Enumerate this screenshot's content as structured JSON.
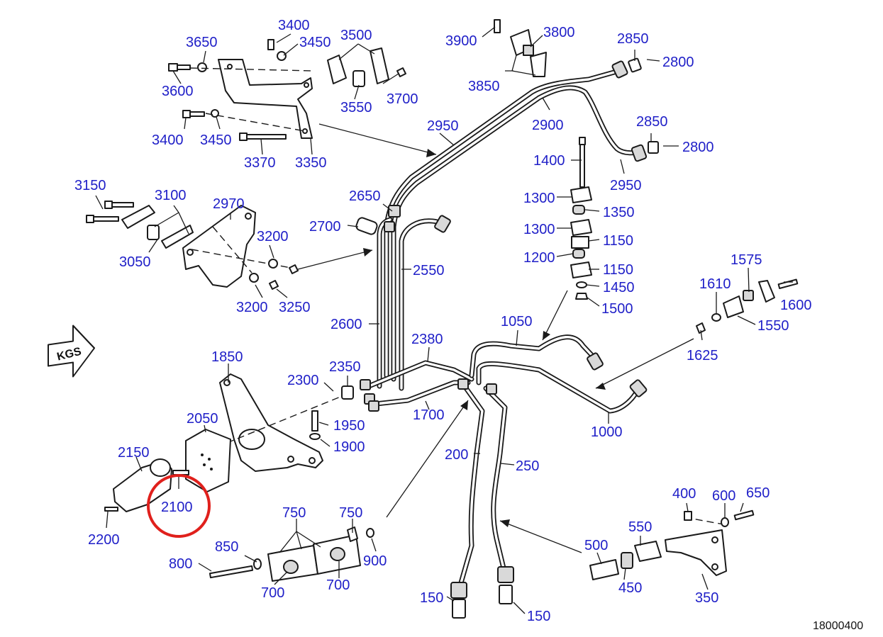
{
  "figure_ref": "18000400",
  "direction_marker": "KGS",
  "highlight_color": "#e0201c",
  "label_color": "#2020c8",
  "highlighted_part": "2100",
  "labels": [
    "3400",
    "3650",
    "3450",
    "3500",
    "3600",
    "3700",
    "3550",
    "3400",
    "3450",
    "3370",
    "3350",
    "3900",
    "3800",
    "3850",
    "2850",
    "2800",
    "2900",
    "2950",
    "2850",
    "2800",
    "2950",
    "3150",
    "3100",
    "2970",
    "3050",
    "3200",
    "3200",
    "3250",
    "2650",
    "2700",
    "2550",
    "2600",
    "1400",
    "1300",
    "1350",
    "1300",
    "1150",
    "1200",
    "1150",
    "1450",
    "1500",
    "1575",
    "1610",
    "1600",
    "1550",
    "1625",
    "1050",
    "2380",
    "1000",
    "1850",
    "2300",
    "2350",
    "1950",
    "1900",
    "2050",
    "1700",
    "2150",
    "2100",
    "2200",
    "750",
    "750",
    "850",
    "900",
    "800",
    "700",
    "700",
    "200",
    "250",
    "400",
    "600",
    "650",
    "550",
    "500",
    "450",
    "350",
    "150",
    "150"
  ]
}
